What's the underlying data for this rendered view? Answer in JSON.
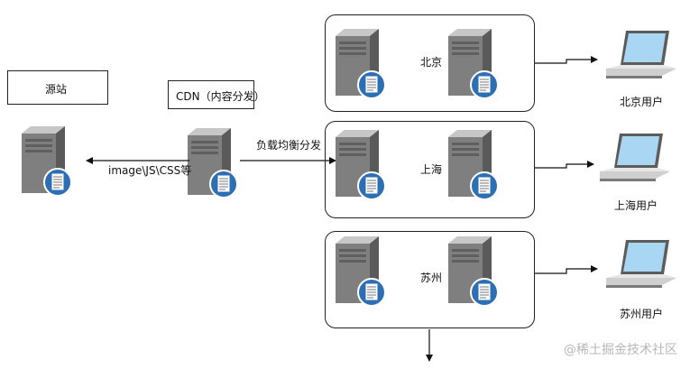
{
  "origin": {
    "label": "源站"
  },
  "cdn": {
    "label": "CDN（内容分发）"
  },
  "edges": {
    "to_origin": "image\\JS\\CSS等",
    "load_balance": "负载均衡分发"
  },
  "regions": [
    {
      "city": "北京",
      "user_label": "北京用户"
    },
    {
      "city": "上海",
      "user_label": "上海用户"
    },
    {
      "city": "苏州",
      "user_label": "苏州用户"
    }
  ],
  "watermark": "@稀土掘金技术社区",
  "colors": {
    "server_body": "#8c8c8c",
    "server_dark": "#4d4d4d",
    "doc_badge": "#2d6fb4",
    "laptop_screen": "#9fd0ee"
  }
}
